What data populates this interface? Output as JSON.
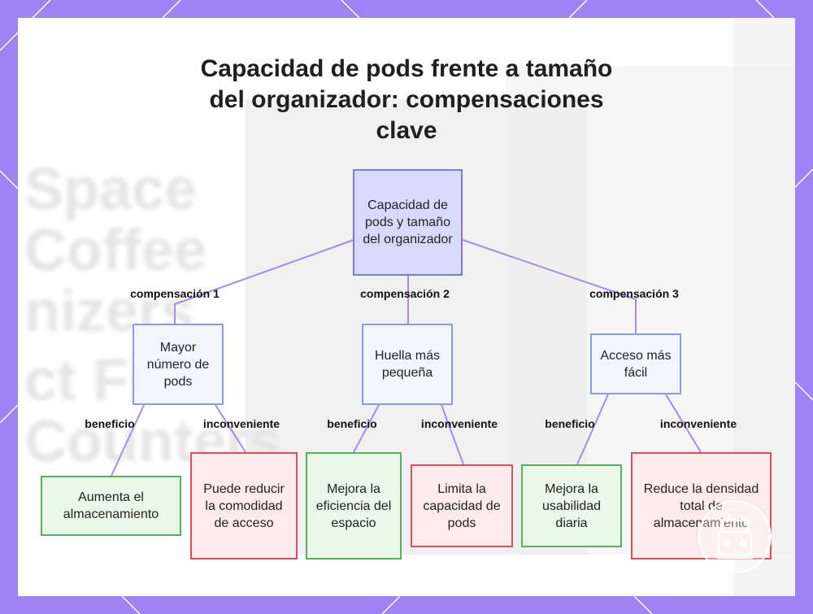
{
  "title": "Capacidad de pods frente a tamaño del organizador: compensaciones clave",
  "background_words": [
    "Space",
    "Coffee",
    "nizers",
    "ct Fit",
    "Counters"
  ],
  "root": {
    "label": "Capacidad de pods y tamaño del organizador"
  },
  "tradeoffs": [
    {
      "edge_label": "compensación 1",
      "label": "Mayor número de pods",
      "benefit": {
        "edge_label": "beneficio",
        "label": "Aumenta el almacenamiento"
      },
      "drawback": {
        "edge_label": "inconveniente",
        "label": "Puede reducir la comodidad de acceso"
      }
    },
    {
      "edge_label": "compensación 2",
      "label": "Huella más pequeña",
      "benefit": {
        "edge_label": "beneficio",
        "label": "Mejora la eficiencia del espacio"
      },
      "drawback": {
        "edge_label": "inconveniente",
        "label": "Limita la capacidad de pods"
      }
    },
    {
      "edge_label": "compensación 3",
      "label": "Acceso más fácil",
      "benefit": {
        "edge_label": "beneficio",
        "label": "Mejora la usabilidad diaria"
      },
      "drawback": {
        "edge_label": "inconveniente",
        "label": "Reduce la densidad total de almacenamiento"
      }
    }
  ],
  "colors": {
    "frame": "#9f83f5",
    "connector": "#a58be8",
    "root_fill": "#d8dafd",
    "tradeoff_fill": "#f3f5ff",
    "benefit_border": "#56b062",
    "drawback_border": "#d84e5f"
  },
  "icons": [
    "coffee-machine-logo-icon"
  ]
}
